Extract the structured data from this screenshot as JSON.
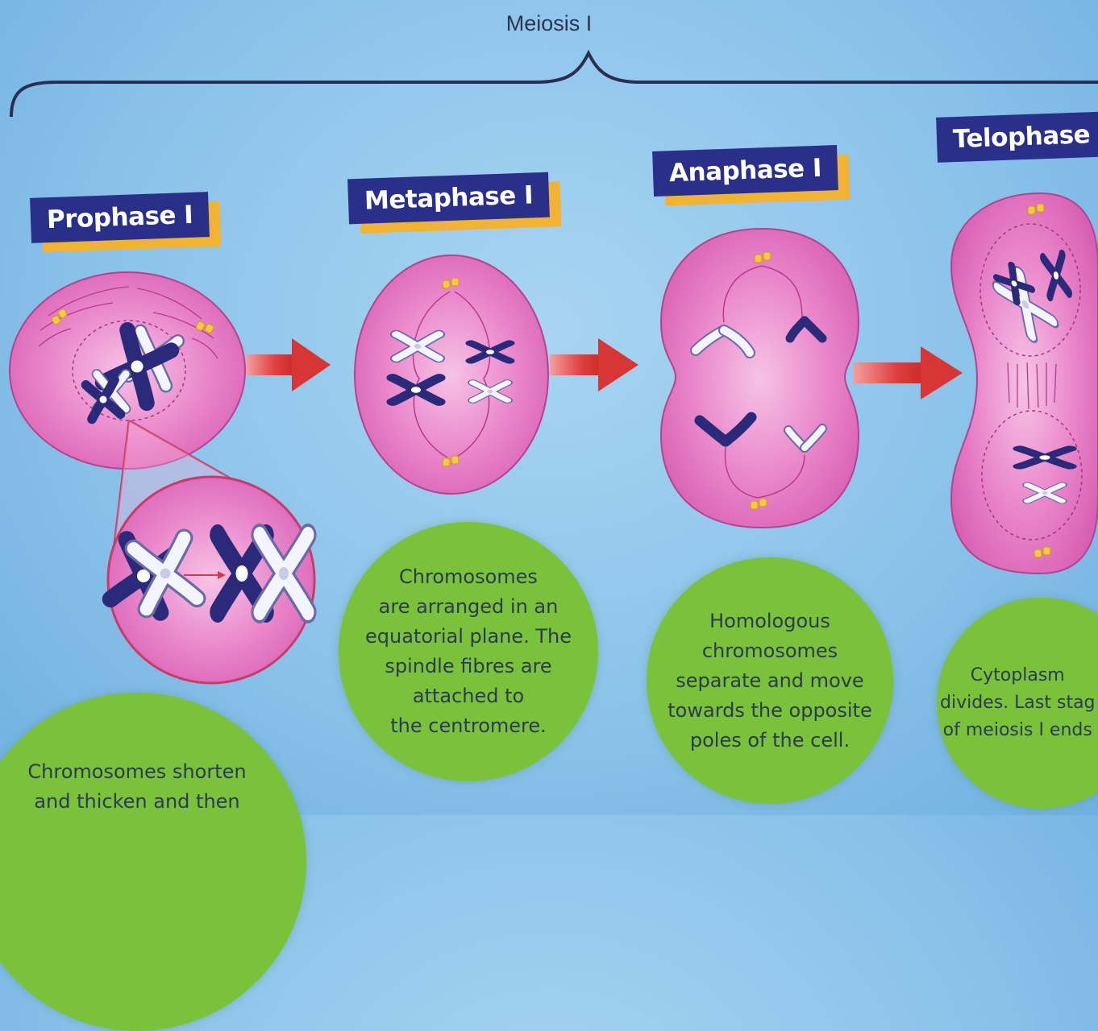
{
  "title": "Meiosis I",
  "phases": [
    {
      "label": "Prophase I",
      "description": "Chromosomes shorten\nand thicken and then"
    },
    {
      "label": "Metaphase I",
      "description": "Chromosomes\nare arranged in an\nequatorial plane. The\nspindle fibres are\nattached to\nthe centromere."
    },
    {
      "label": "Anaphase I",
      "description": "Homologous\nchromosomes\nseparate and move\ntowards the opposite\npoles of the cell."
    },
    {
      "label": "Telophase I",
      "description": "Cytoplasm\ndivides. Last stag\nof meiosis I ends"
    }
  ],
  "colors": {
    "background": "#8cc3ea",
    "label_bg": "#2a2f8a",
    "label_shadow": "#f2b233",
    "cell": "#e87cc4",
    "bubble": "#79c23a",
    "arrow": "#d93a3a",
    "chromosome_dark": "#2b2a7a",
    "chromosome_light": "#f4f4ff"
  }
}
